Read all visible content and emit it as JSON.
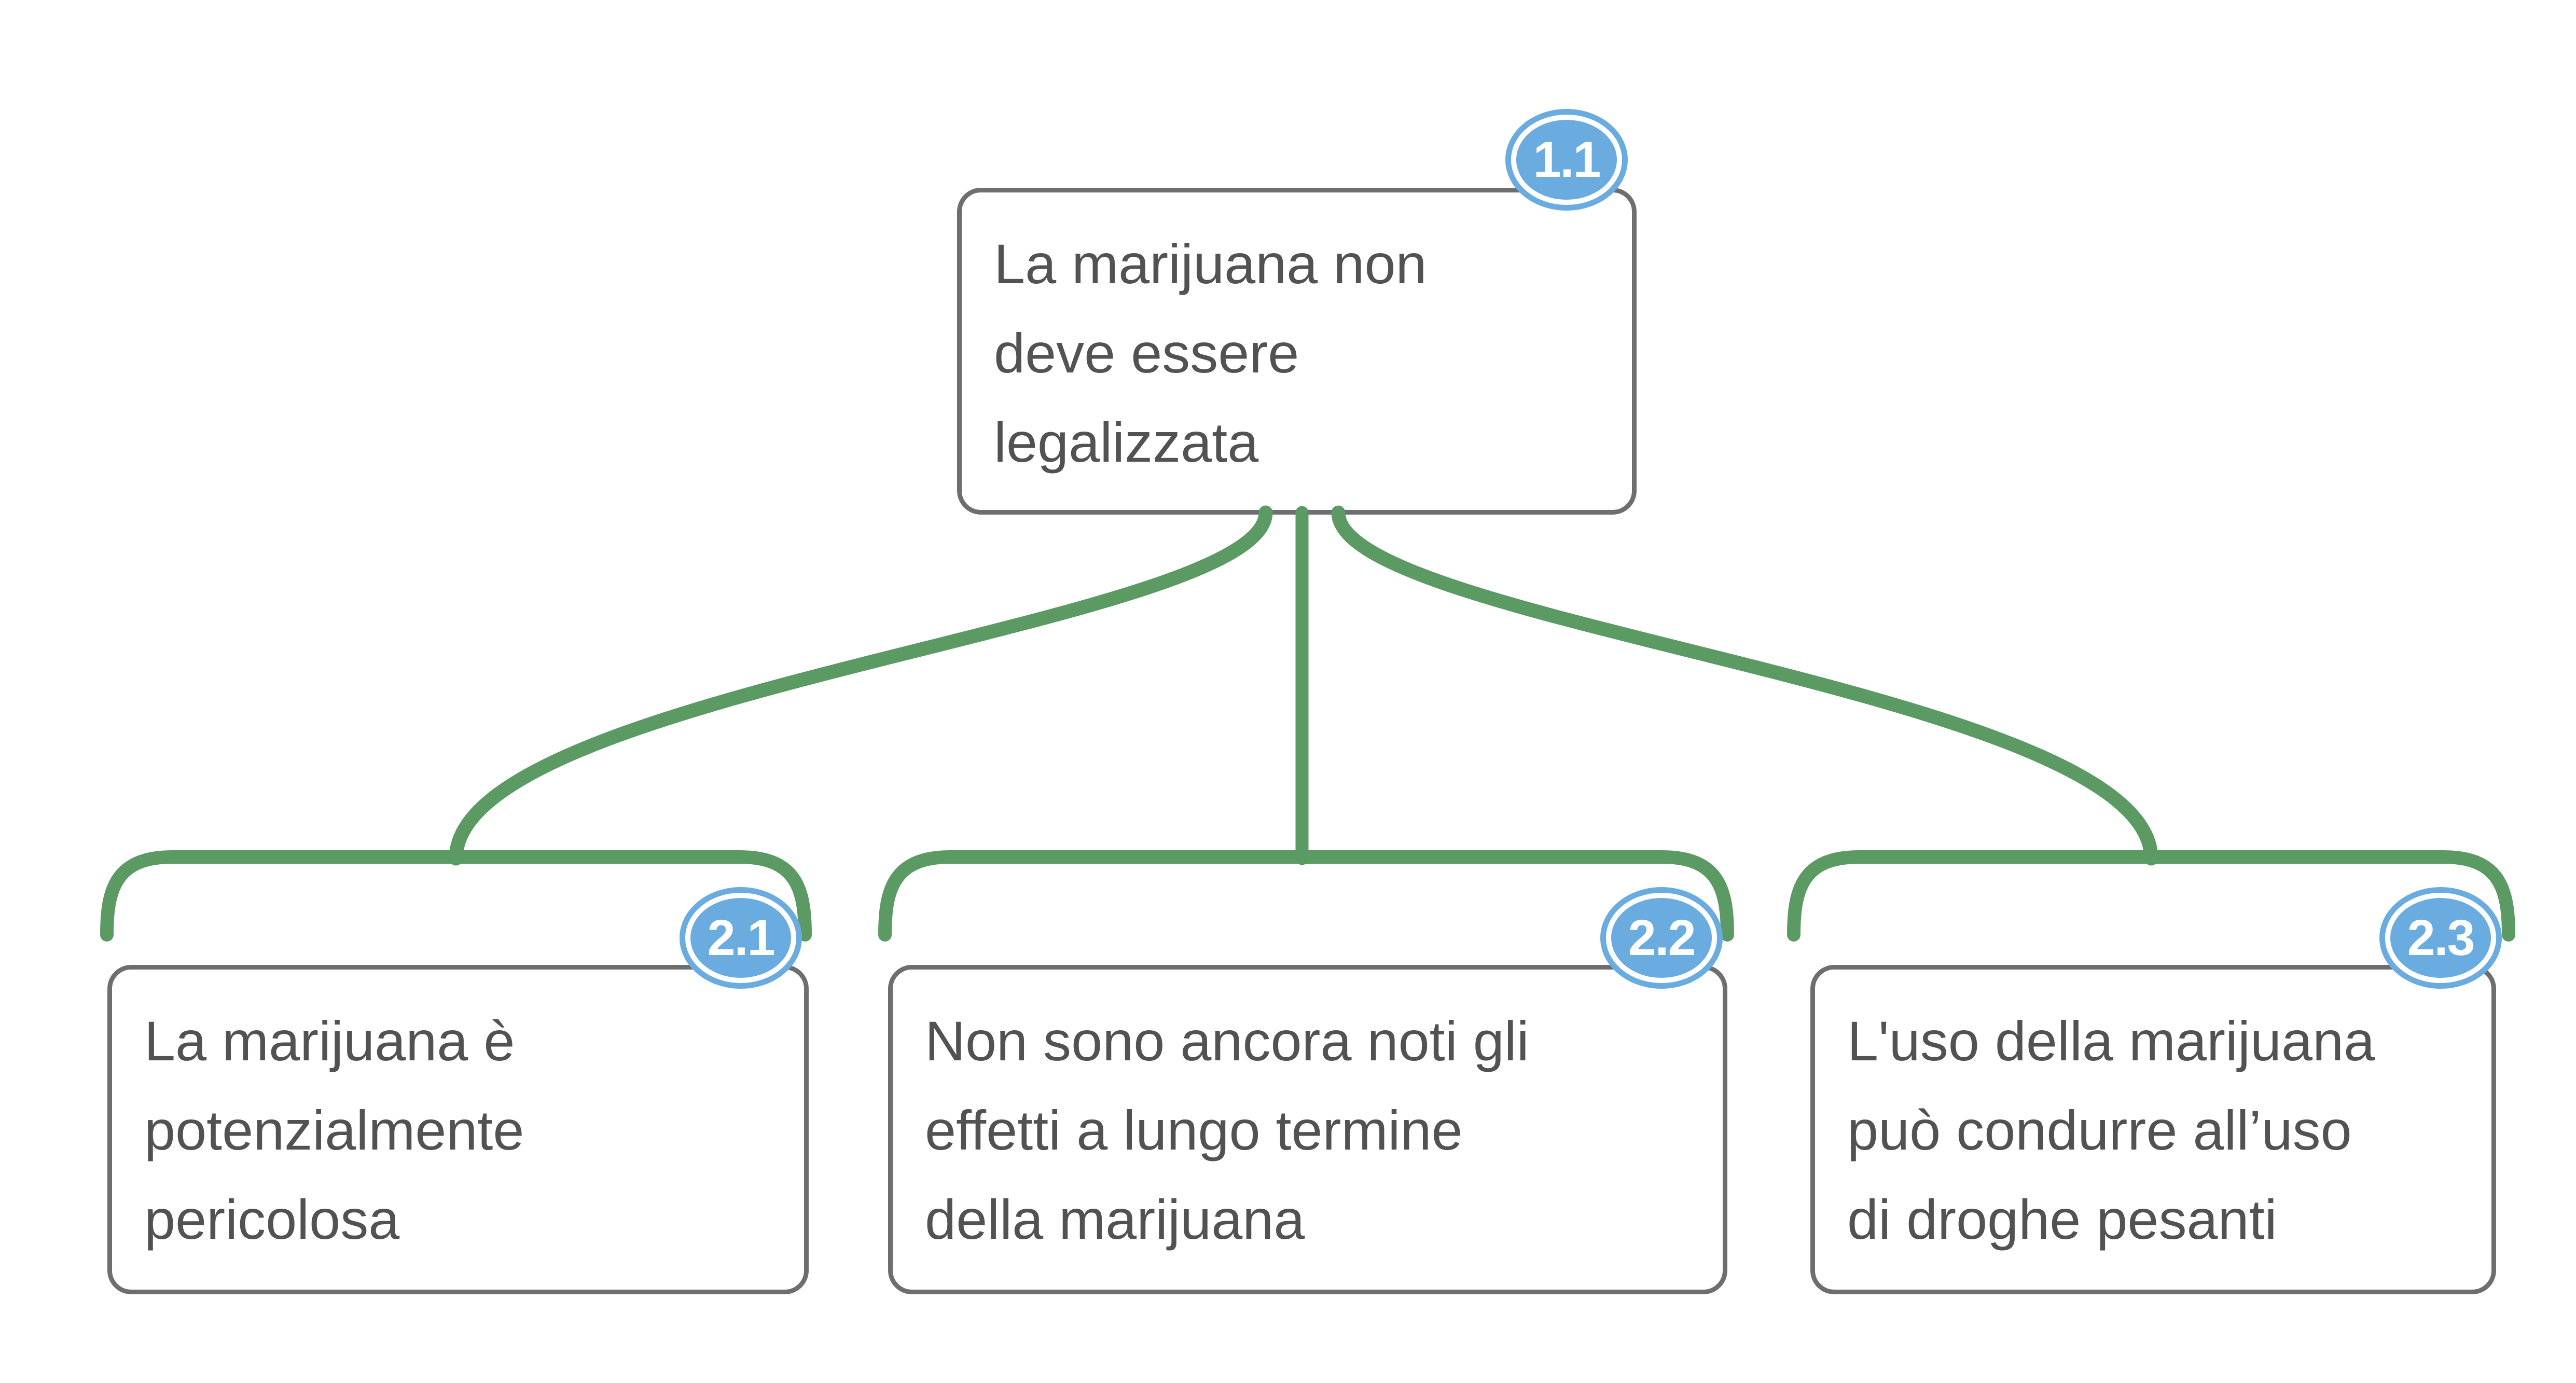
{
  "diagram": {
    "type": "argument-map",
    "root": {
      "id": "1.1",
      "text": "La marijuana non\ndeve essere\nlegalizzata"
    },
    "children": [
      {
        "id": "2.1",
        "text": "La marijuana è\npotenzialmente\npericolosa"
      },
      {
        "id": "2.2",
        "text": "Non sono ancora noti gli\neffetti a lungo termine\ndella marijuana"
      },
      {
        "id": "2.3",
        "text": "L'uso della marijuana\npuò condurre all’uso\ndi droghe pesanti"
      }
    ],
    "colors": {
      "connector_green": "#5C9A64",
      "badge_blue": "#6AACE0",
      "box_border_gray": "#6E6E6E",
      "text_gray": "#525252"
    }
  }
}
